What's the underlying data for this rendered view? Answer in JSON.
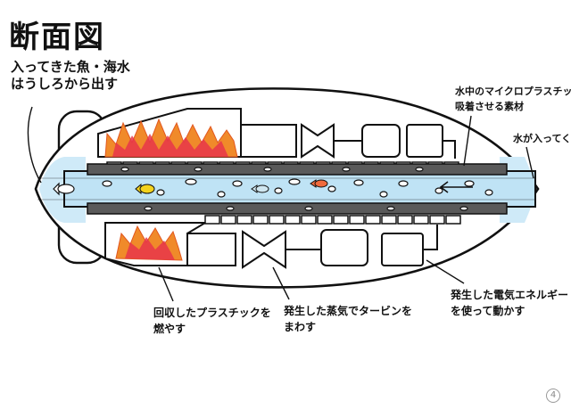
{
  "title": "断面図",
  "labels": {
    "inlet_line1": "入ってきた魚・海水",
    "inlet_line2": "はうしろから出す",
    "absorb_line1": "水中のマイクロプラスチックを",
    "absorb_line2": "吸着させる素材",
    "water_in": "水が入ってくる",
    "burn_line1": "回収したプラスチックを",
    "burn_line2": "燃やす",
    "steam_line1": "発生した蒸気でタービンを",
    "steam_line2": "まわす",
    "power_line1": "発生した電気エネルギー",
    "power_line2": "を使って動かす"
  },
  "page_number": "4",
  "colors": {
    "flame_outer": "#f08a2a",
    "flame_inner": "#e8354a",
    "water": "#bfe3f5",
    "fish_yellow": "#f3d21d",
    "fish_red": "#f06a3c",
    "channel_wall": "#5a5a5a",
    "outline": "#111111"
  }
}
